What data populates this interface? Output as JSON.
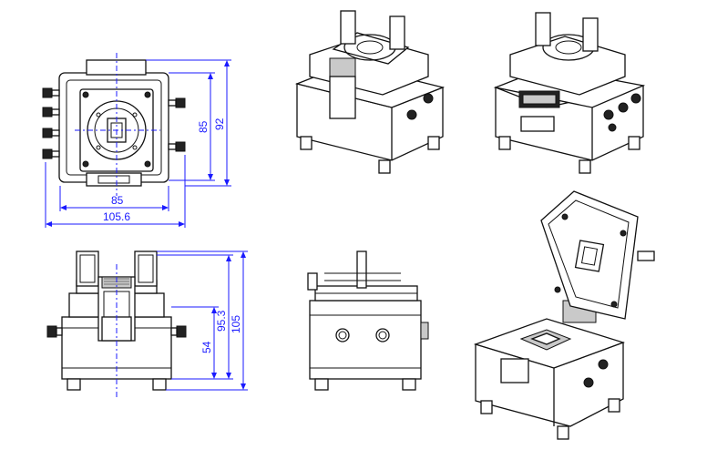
{
  "dimensions": {
    "top_width_inner": "85",
    "top_width_overall": "105.6",
    "top_height_inner": "85",
    "top_height_overall": "92",
    "front_height_mid": "54",
    "front_height_top": "95.3",
    "front_height_overall": "105"
  },
  "colors": {
    "dimension": "#1a1aff",
    "outline": "#111111"
  }
}
